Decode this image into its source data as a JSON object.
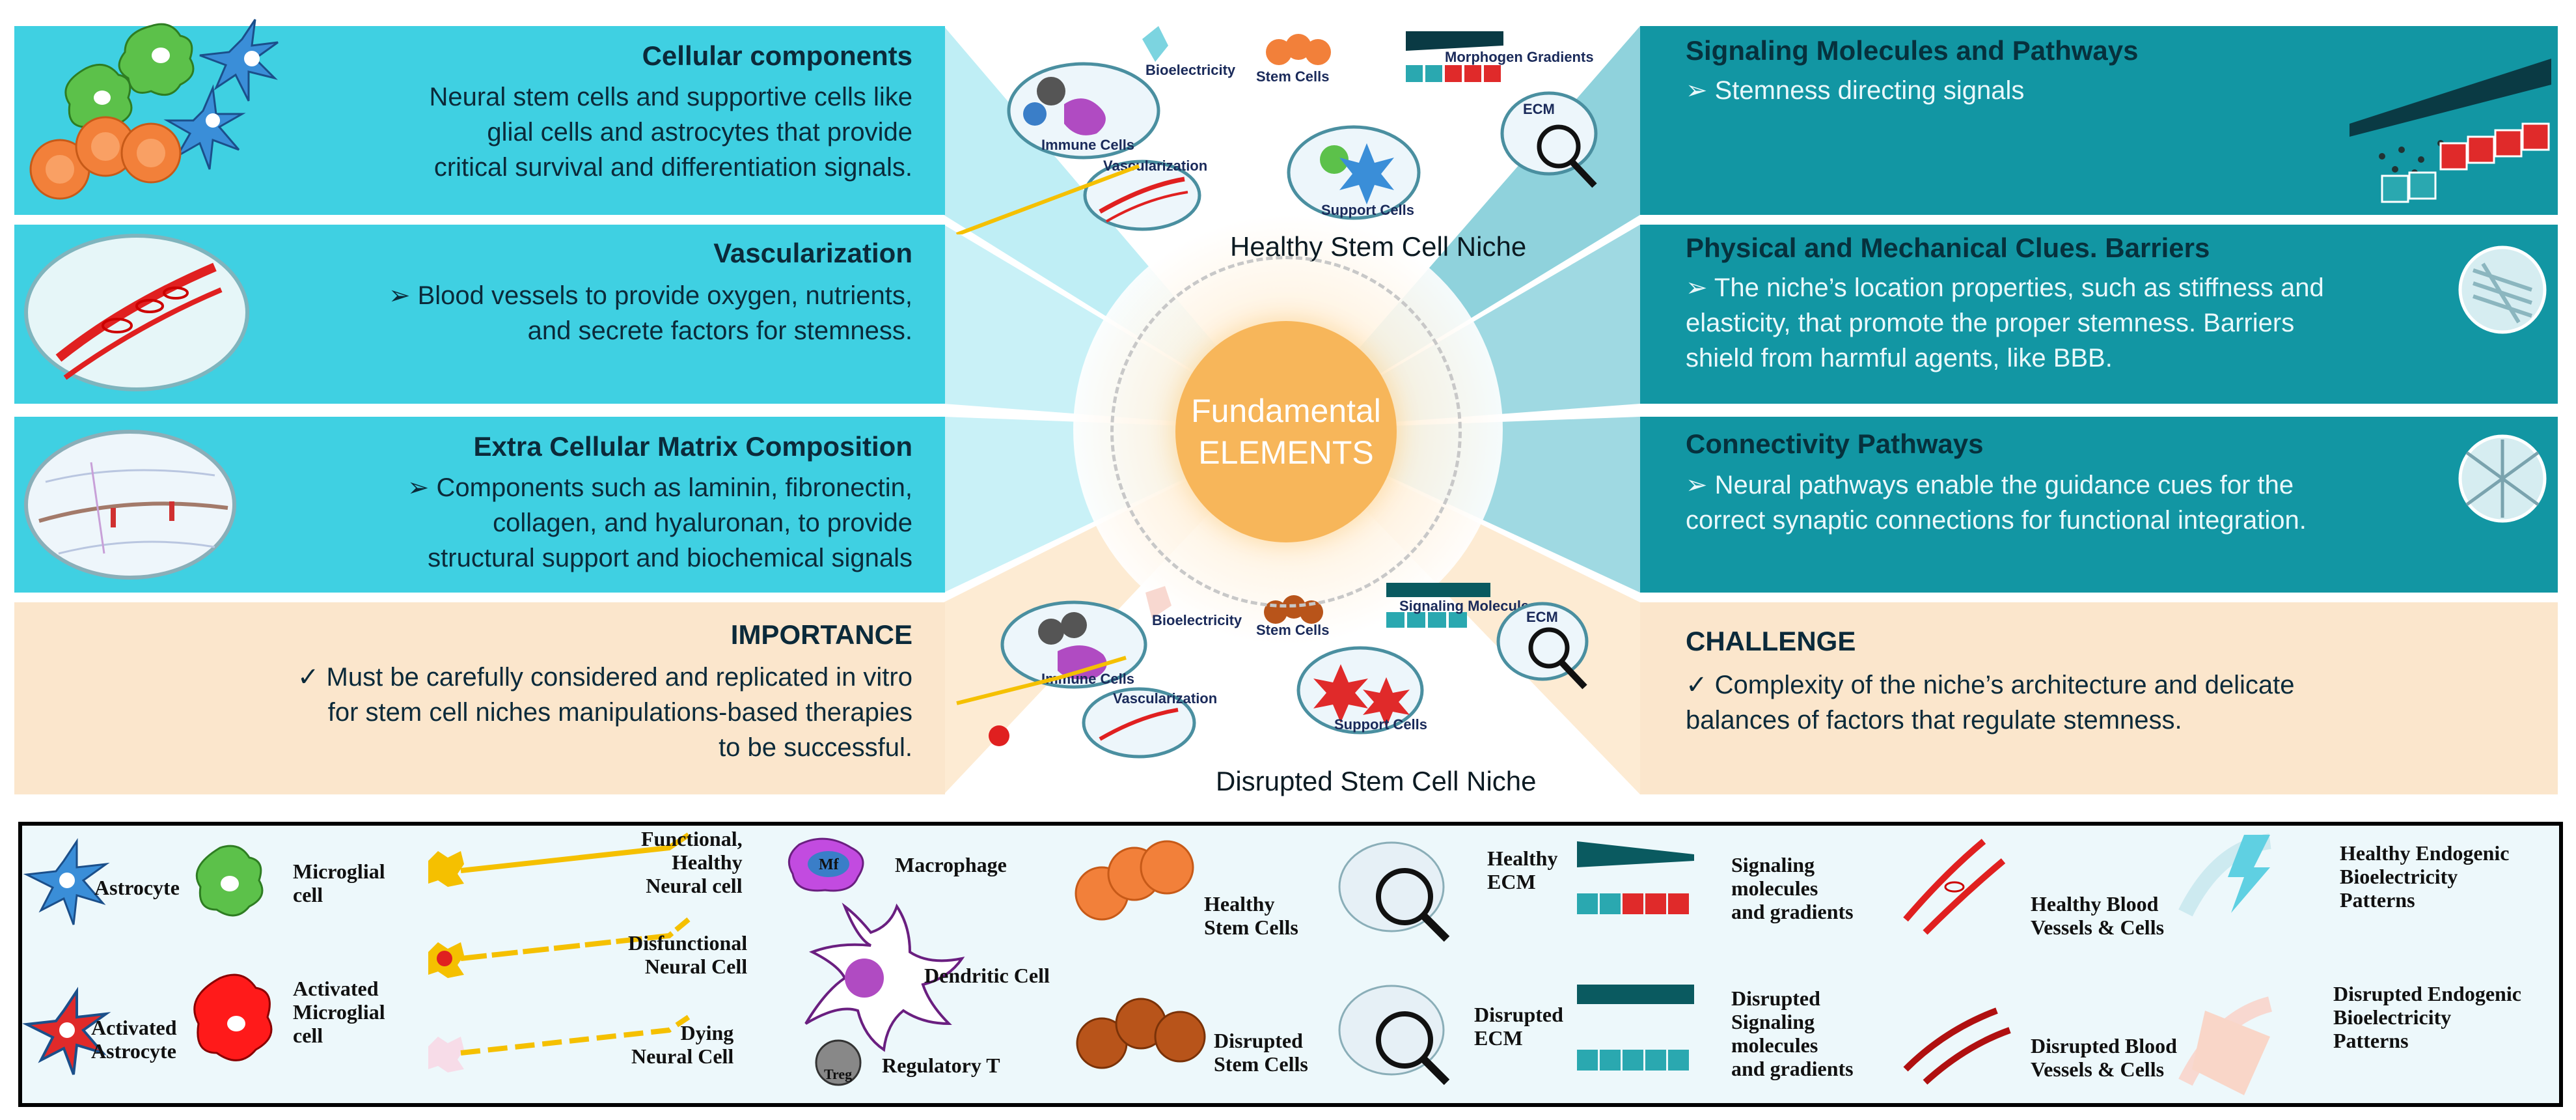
{
  "center": {
    "circle_line1": "Fundamental",
    "circle_line2": "ELEMENTS",
    "healthy_title": "Healthy Stem Cell Niche",
    "disrupted_title": "Disrupted Stem Cell Niche",
    "top_labels": {
      "bioelectricity": "Bioelectricity",
      "stem_cells": "Stem Cells",
      "morphogen_gradients": "Morphogen Gradients",
      "immune_cells": "Immune Cells",
      "ecm": "ECM",
      "vascularization": "Vascularization",
      "support_cells": "Support Cells"
    },
    "bottom_labels": {
      "bioelectricity": "Bioelectricity",
      "stem_cells": "Stem Cells",
      "signaling_molecules": "Signaling Molecules",
      "immune_cells": "Immune Cells",
      "ecm": "ECM",
      "vascularization": "Vascularization",
      "support_cells": "Support Cells"
    }
  },
  "left_panels": [
    {
      "title": "Cellular  components",
      "lines": [
        "Neural stem cells and supportive cells like",
        "glial cells and astrocytes that provide",
        "critical survival and differentiation signals."
      ]
    },
    {
      "title": "Vascularization",
      "lines": [
        "➢ Blood vessels to provide oxygen, nutrients,",
        "and secrete factors for stemness."
      ]
    },
    {
      "title": "Extra Cellular Matrix Composition",
      "lines": [
        "➢ Components such as laminin, fibronectin,",
        "collagen, and hyaluronan, to provide",
        "structural support and biochemical signals"
      ]
    },
    {
      "title": "IMPORTANCE",
      "lines": [
        "✓    Must be carefully considered and replicated in vitro",
        "for stem cell niches manipulations-based therapies",
        "to be successful."
      ]
    }
  ],
  "right_panels": [
    {
      "title": "Signaling Molecules and Pathways",
      "lines": [
        "➢ Stemness directing signals"
      ]
    },
    {
      "title": "Physical and Mechanical Clues. Barriers",
      "lines": [
        "➢ The niche’s location properties, such as stiffness and",
        "elasticity, that promote the proper stemness. Barriers",
        "shield from harmful agents, like BBB."
      ]
    },
    {
      "title": "Connectivity Pathways",
      "lines": [
        "➢ Neural pathways enable the guidance cues for the",
        "correct synaptic connections for functional integration."
      ]
    },
    {
      "title": "CHALLENGE",
      "lines": [
        "✓    Complexity of the niche’s architecture and delicate",
        "balances of factors that regulate stemness."
      ]
    }
  ],
  "legend": {
    "astrocyte": "Astrocyte",
    "activated_astrocyte": [
      "Activated",
      "Astrocyte"
    ],
    "microglial_cell": [
      "Microglial",
      "cell"
    ],
    "activated_microglial_cell": [
      "Activated",
      "Microglial",
      "cell"
    ],
    "functional_neural": [
      "Functional,",
      "Healthy",
      "Neural cell"
    ],
    "disfunctional_neural": [
      "Disfunctional",
      "Neural Cell"
    ],
    "dying_neural": [
      "Dying",
      "Neural Cell"
    ],
    "macrophage": "Macrophage",
    "macrophage_symbol": "Mf",
    "dendritic_cell": "Dendritic Cell",
    "regulatory_t": "Regulatory T",
    "treg_symbol": "Treg",
    "healthy_stem_cells": [
      "Healthy",
      "Stem Cells"
    ],
    "disrupted_stem_cells": [
      "Disrupted",
      "Stem Cells"
    ],
    "healthy_ecm": [
      "Healthy",
      "ECM"
    ],
    "disrupted_ecm": [
      "Disrupted",
      "ECM"
    ],
    "signaling": [
      "Signaling",
      "molecules",
      "and gradients"
    ],
    "disrupted_signaling": [
      "Disrupted",
      "Signaling",
      "molecules",
      "and gradients"
    ],
    "healthy_blood": [
      "Healthy Blood",
      "Vessels & Cells"
    ],
    "disrupted_blood": [
      "Disrupted Blood",
      "Vessels & Cells"
    ],
    "healthy_bioelectricity": [
      "Healthy Endogenic",
      "Bioelectricity",
      "Patterns"
    ],
    "disrupted_bioelectricity": [
      "Disrupted Endogenic",
      "Bioelectricity",
      "Patterns"
    ]
  },
  "colors": {
    "left_panel": "#3fd0e2",
    "right_panel": "#1296a3",
    "bottom_panels": "#fbe6cc",
    "circle": "#f7b65a",
    "legend_bg": "#edf8fb"
  }
}
